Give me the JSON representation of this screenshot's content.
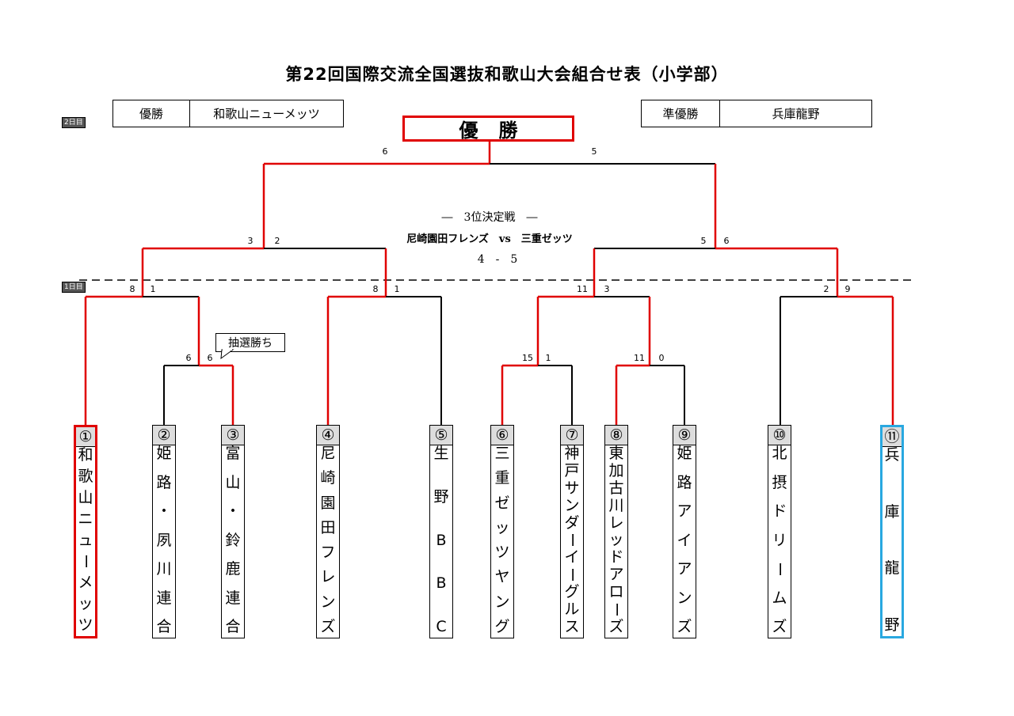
{
  "title": "第22回国際交流全国選抜和歌山大会組合せ表（小学部）",
  "results": {
    "champion_label": "優勝",
    "champion_team": "和歌山ニューメッツ",
    "runner_up_label": "準優勝",
    "runner_up_team": "兵庫龍野"
  },
  "day_labels": {
    "day1": "1日目",
    "day2": "2日目"
  },
  "champion_box": "優勝",
  "third_place": {
    "heading": "―　3位決定戦　―",
    "matchup": "尼崎園田フレンズ　vs　三重ゼッツ",
    "score": "4　-　5"
  },
  "callout": "抽選勝ち",
  "scores": {
    "final_left": "6",
    "final_right": "5",
    "sf_left_a": "3",
    "sf_left_b": "2",
    "sf_right_a": "5",
    "sf_right_b": "6",
    "qf1_a": "8",
    "qf1_b": "1",
    "qf2_a": "8",
    "qf2_b": "1",
    "qf3_a": "11",
    "qf3_b": "3",
    "qf4_a": "2",
    "qf4_b": "9",
    "r1_a_a": "6",
    "r1_a_b": "6",
    "r1_b_a": "15",
    "r1_b_b": "1",
    "r1_c_a": "11",
    "r1_c_b": "0"
  },
  "teams": [
    {
      "num": "①",
      "name": "和歌山ニューメッツ",
      "status": "winner"
    },
    {
      "num": "②",
      "name": "姫路・夙川連合",
      "status": ""
    },
    {
      "num": "③",
      "name": "富山・鈴鹿連合",
      "status": ""
    },
    {
      "num": "④",
      "name": "尼崎園田フレンズ",
      "status": ""
    },
    {
      "num": "⑤",
      "name": "生野BBC",
      "status": ""
    },
    {
      "num": "⑥",
      "name": "三重ゼッツヤング",
      "status": ""
    },
    {
      "num": "⑦",
      "name": "神戸サンダーイーグルス",
      "status": ""
    },
    {
      "num": "⑧",
      "name": "東加古川レッドアローズ",
      "status": ""
    },
    {
      "num": "⑨",
      "name": "姫路アイアンズ",
      "status": ""
    },
    {
      "num": "⑩",
      "name": "北摂ドリームズ",
      "status": ""
    },
    {
      "num": "⑪",
      "name": "兵庫龍野",
      "status": "runner-up"
    }
  ],
  "colors": {
    "win_line": "#e00000",
    "line": "#000000",
    "runner_up": "#29a8e0"
  }
}
